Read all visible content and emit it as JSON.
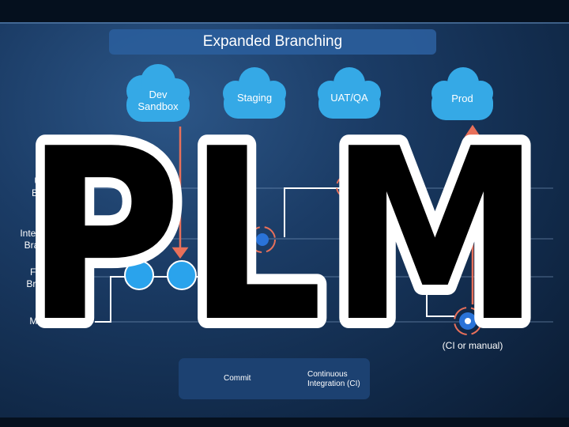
{
  "title": "Expanded Branching",
  "environments": [
    {
      "label": "Dev\nSandbox"
    },
    {
      "label": "Staging"
    },
    {
      "label": "UAT/QA"
    },
    {
      "label": "Prod"
    }
  ],
  "branch_rows": [
    {
      "label": "U\nBr"
    },
    {
      "label": "Integr\nBran"
    },
    {
      "label": "Fe\nBra"
    },
    {
      "label": "Ma"
    }
  ],
  "deploy_note": "(CI or manual)",
  "legend": {
    "commit_label": "Commit",
    "ci_label_line1": "Continuous",
    "ci_label_line2": "Integration  (CI)"
  },
  "overlay_text": "PLM",
  "colors": {
    "cloud": "#35a9e6",
    "commit": "#2aa3ec",
    "arrow": "#e8705a",
    "ci_gear": "#2a73d8",
    "overlay_fill": "#000000",
    "overlay_stroke": "#ffffff"
  },
  "icons": [
    "cloud-icon",
    "gear-icon",
    "commit-circle-icon",
    "arrow-up-icon",
    "arrow-down-icon"
  ]
}
